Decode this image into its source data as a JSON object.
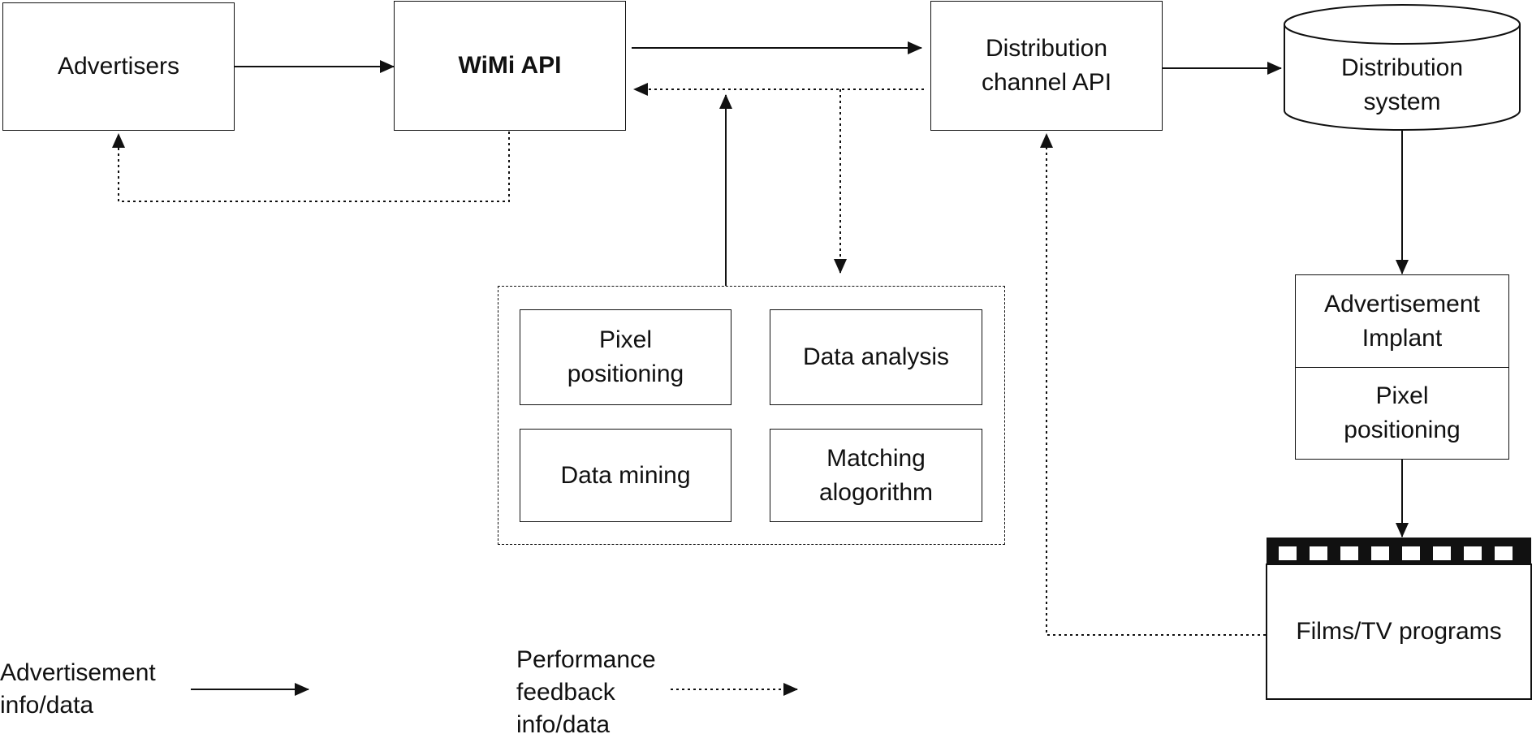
{
  "nodes": {
    "advertisers": "Advertisers",
    "wimi_api": "WiMi API",
    "distribution_channel_api": "Distribution channel API",
    "distribution_system": "Distribution system",
    "advertisement_implant": "Advertisement Implant",
    "pixel_positioning_side": "Pixel positioning",
    "films_tv_programs": "Films/TV programs"
  },
  "processing_group": {
    "pixel_positioning": "Pixel positioning",
    "data_analysis": "Data analysis",
    "data_mining": "Data mining",
    "matching_algorithm": "Matching alogorithm"
  },
  "legend": {
    "solid": "Advertisement info/data",
    "dotted": "Performance feedback info/data"
  },
  "colors": {
    "line": "#111111",
    "background": "#ffffff"
  }
}
